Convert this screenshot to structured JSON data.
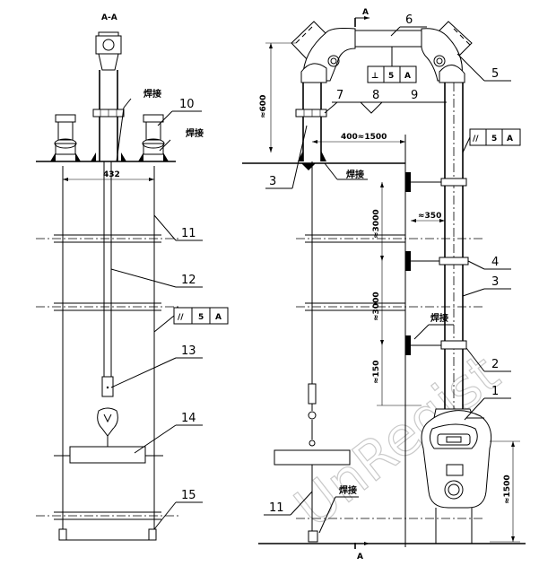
{
  "section_label": "A-A",
  "section_marker": "A",
  "weld_label": "焊接",
  "dimensions": {
    "width_432": "432",
    "height_600": "≈600",
    "span_400_1500": "400≈1500",
    "height_3000_a": "≈3000",
    "offset_350": "≈350",
    "height_3000_b": "≈3000",
    "height_150": "≈150",
    "height_1500": "≈1500"
  },
  "tolerance_symbol": "//",
  "tolerance_value": "5",
  "tolerance_datum": "A",
  "perpendicular_symbol": "⊥",
  "perpendicular_value": "5",
  "perpendicular_datum": "A",
  "callouts": {
    "c1": "1",
    "c2": "2",
    "c3": "3",
    "c4": "4",
    "c5": "5",
    "c6": "6",
    "c7": "7",
    "c8": "8",
    "c9": "9",
    "c10": "10",
    "c11": "11",
    "c12": "12",
    "c13": "13",
    "c14": "14",
    "c15": "15"
  },
  "watermark": "UnRegist"
}
